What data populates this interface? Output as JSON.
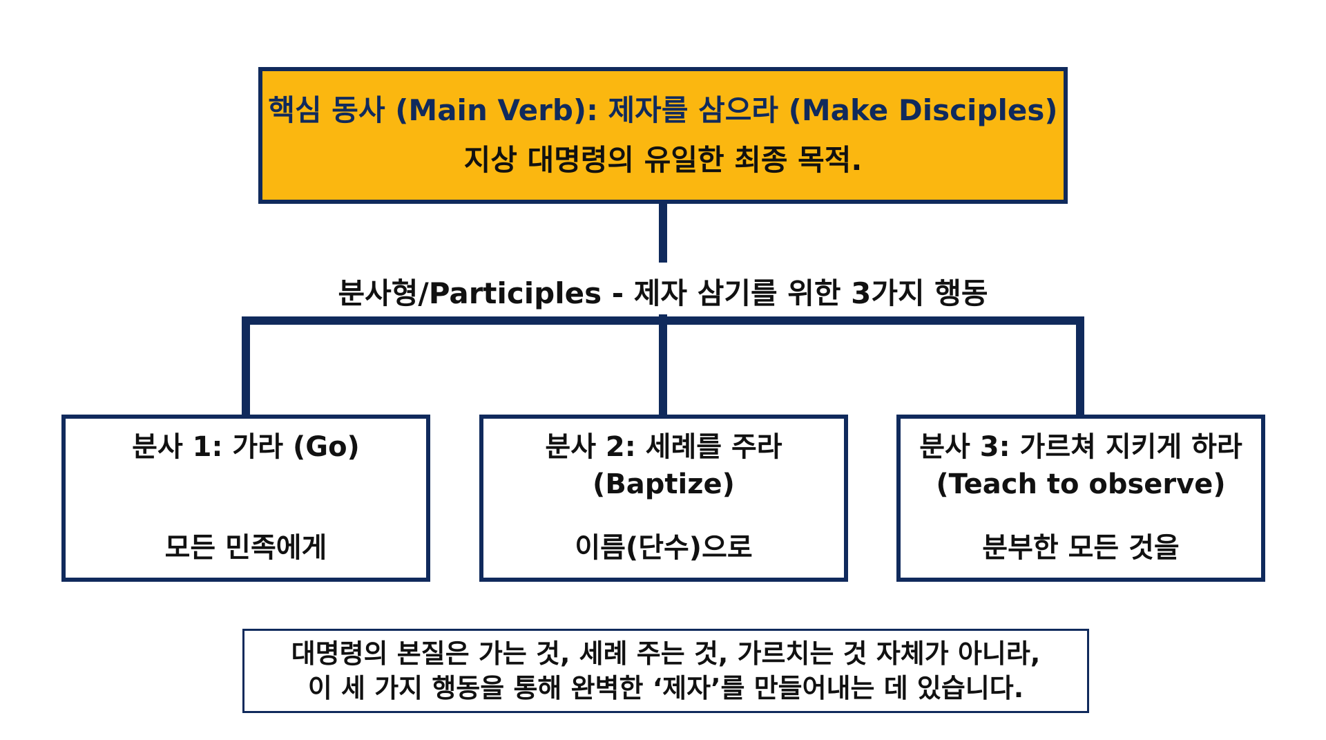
{
  "colors": {
    "main_fill": "#fbb710",
    "border": "#102a5c",
    "text": "#111111",
    "title_text": "#102a5c"
  },
  "main_verb": {
    "title": "핵심 동사 (Main Verb): 제자를 삼으라 (Make Disciples)",
    "subtitle": "지상 대명령의 유일한 최종 목적."
  },
  "participles_label": "분사형/Participles - 제자 삼기를 위한 3가지 행동",
  "participles": [
    {
      "title_line1": "분사 1: 가라 (Go)",
      "title_line2": "",
      "description": "모든 민족에게"
    },
    {
      "title_line1": "분사 2: 세례를 주라",
      "title_line2": "(Baptize)",
      "description": "이름(단수)으로"
    },
    {
      "title_line1": "분사 3: 가르쳐 지키게 하라",
      "title_line2": "(Teach to observe)",
      "description": "분부한 모든 것을"
    }
  ],
  "summary": {
    "line1": "대명령의 본질은 가는 것, 세례 주는 것, 가르치는 것 자체가 아니라,",
    "line2": "이 세 가지 행동을 통해 완벽한 ‘제자’를 만들어내는 데 있습니다."
  }
}
